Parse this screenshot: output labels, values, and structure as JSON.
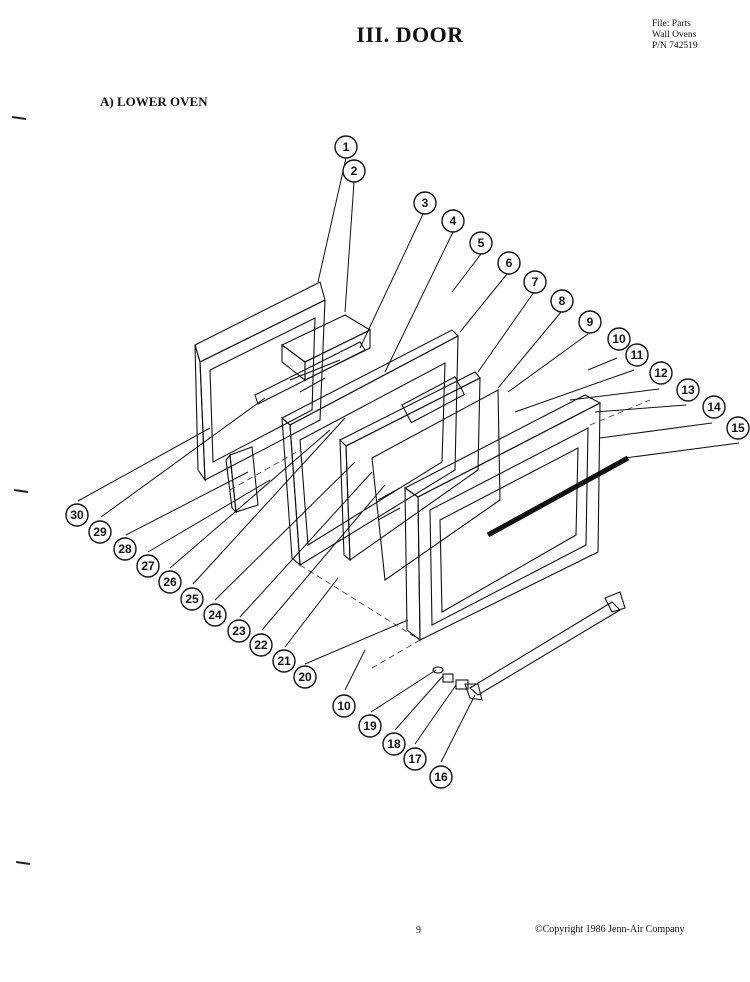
{
  "header": {
    "title": "III. DOOR",
    "file_info": [
      "File: Parts",
      "Wall Ovens",
      "P/N 742519"
    ]
  },
  "section_title": "A) LOWER OVEN",
  "diagram": {
    "callouts": [
      "1",
      "2",
      "3",
      "4",
      "5",
      "6",
      "7",
      "8",
      "9",
      "10",
      "11",
      "12",
      "13",
      "14",
      "15",
      "16",
      "17",
      "18",
      "19",
      "10",
      "20",
      "21",
      "22",
      "23",
      "24",
      "25",
      "26",
      "27",
      "28",
      "29",
      "30"
    ]
  },
  "footer": {
    "page_number": "9",
    "copyright": "©Copyright 1986 Jenn-Air Company"
  }
}
